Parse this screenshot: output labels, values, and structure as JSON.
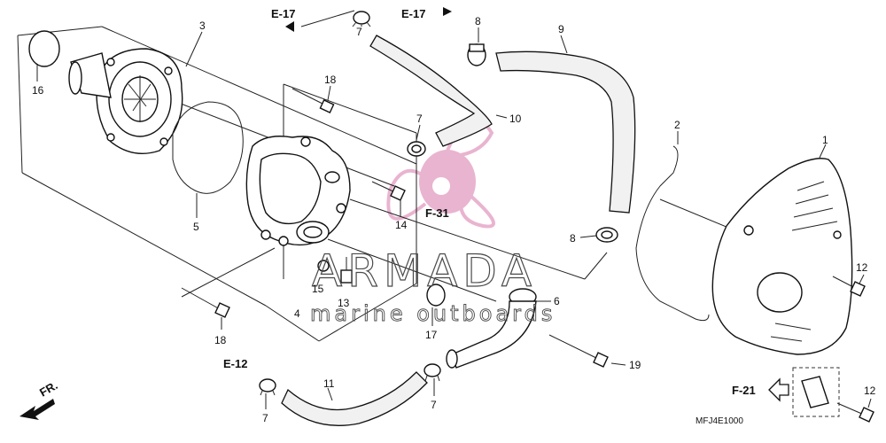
{
  "callouts": {
    "c1": "1",
    "c2": "2",
    "c3": "3",
    "c4": "4",
    "c5": "5",
    "c6": "6",
    "c7a": "7",
    "c7b": "7",
    "c7c": "7",
    "c7d": "7",
    "c8a": "8",
    "c8b": "8",
    "c9": "9",
    "c10": "10",
    "c11": "11",
    "c12a": "12",
    "c12b": "12",
    "c13": "13",
    "c14": "14",
    "c15": "15",
    "c16": "16",
    "c17": "17",
    "c18a": "18",
    "c18b": "18",
    "c19": "19"
  },
  "references": {
    "e17_left": "E-17",
    "e17_right": "E-17",
    "f31": "F-31",
    "e12": "E-12",
    "f21": "F-21",
    "front": "FR."
  },
  "diagram_code": "MFJ4E1000",
  "watermark": {
    "brand": "ARMADA",
    "tagline": "marine outboards",
    "color": "#e6a8c8"
  }
}
